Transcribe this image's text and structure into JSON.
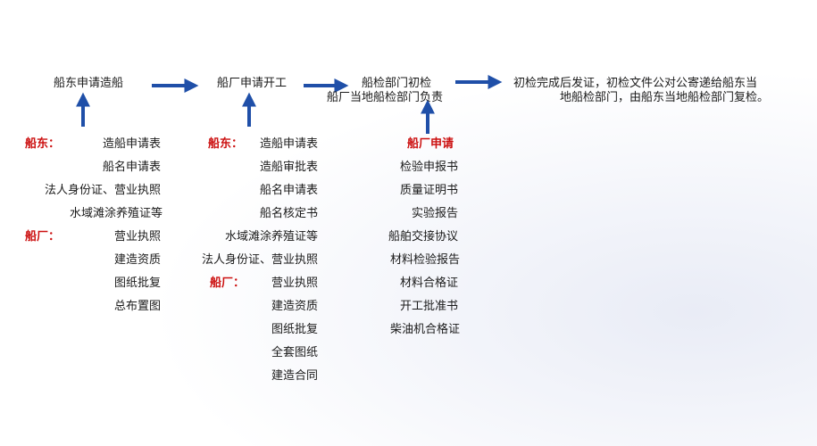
{
  "colors": {
    "arrow": "#1f4fa8",
    "accent": "#cc1111"
  },
  "steps": {
    "s1": "船东申请造船",
    "s2": "船厂申请开工",
    "s3_line1": "船检部门初检",
    "s3_line2": "船厂当地船检部门负责",
    "s4_line1": "初检完成后发证，初检文件公对公寄递给船东当",
    "s4_line2": "地船检部门，由船东当地船检部门复检。"
  },
  "col1": {
    "owner_label": "船东：",
    "owner_items": [
      "造船申请表",
      "船名申请表",
      "法人身份证、营业执照",
      "水域滩涂养殖证等"
    ],
    "yard_label": "船厂：",
    "yard_items": [
      "营业执照",
      "建造资质",
      "图纸批复",
      "总布置图"
    ]
  },
  "col2": {
    "owner_label": "船东：",
    "owner_items": [
      "造船申请表",
      "造船审批表",
      "船名申请表",
      "船名核定书",
      "水域滩涂养殖证等",
      "法人身份证、营业执照"
    ],
    "yard_label": "船厂：",
    "yard_items": [
      "营业执照",
      "建造资质",
      "图纸批复",
      "全套图纸",
      "建造合同"
    ]
  },
  "col3": {
    "yard_label": "船厂申请",
    "yard_items": [
      "检验申报书",
      "质量证明书",
      "实验报告",
      "船舶交接协议",
      "材料检验报告",
      "材料合格证",
      "开工批准书",
      "柴油机合格证"
    ]
  }
}
